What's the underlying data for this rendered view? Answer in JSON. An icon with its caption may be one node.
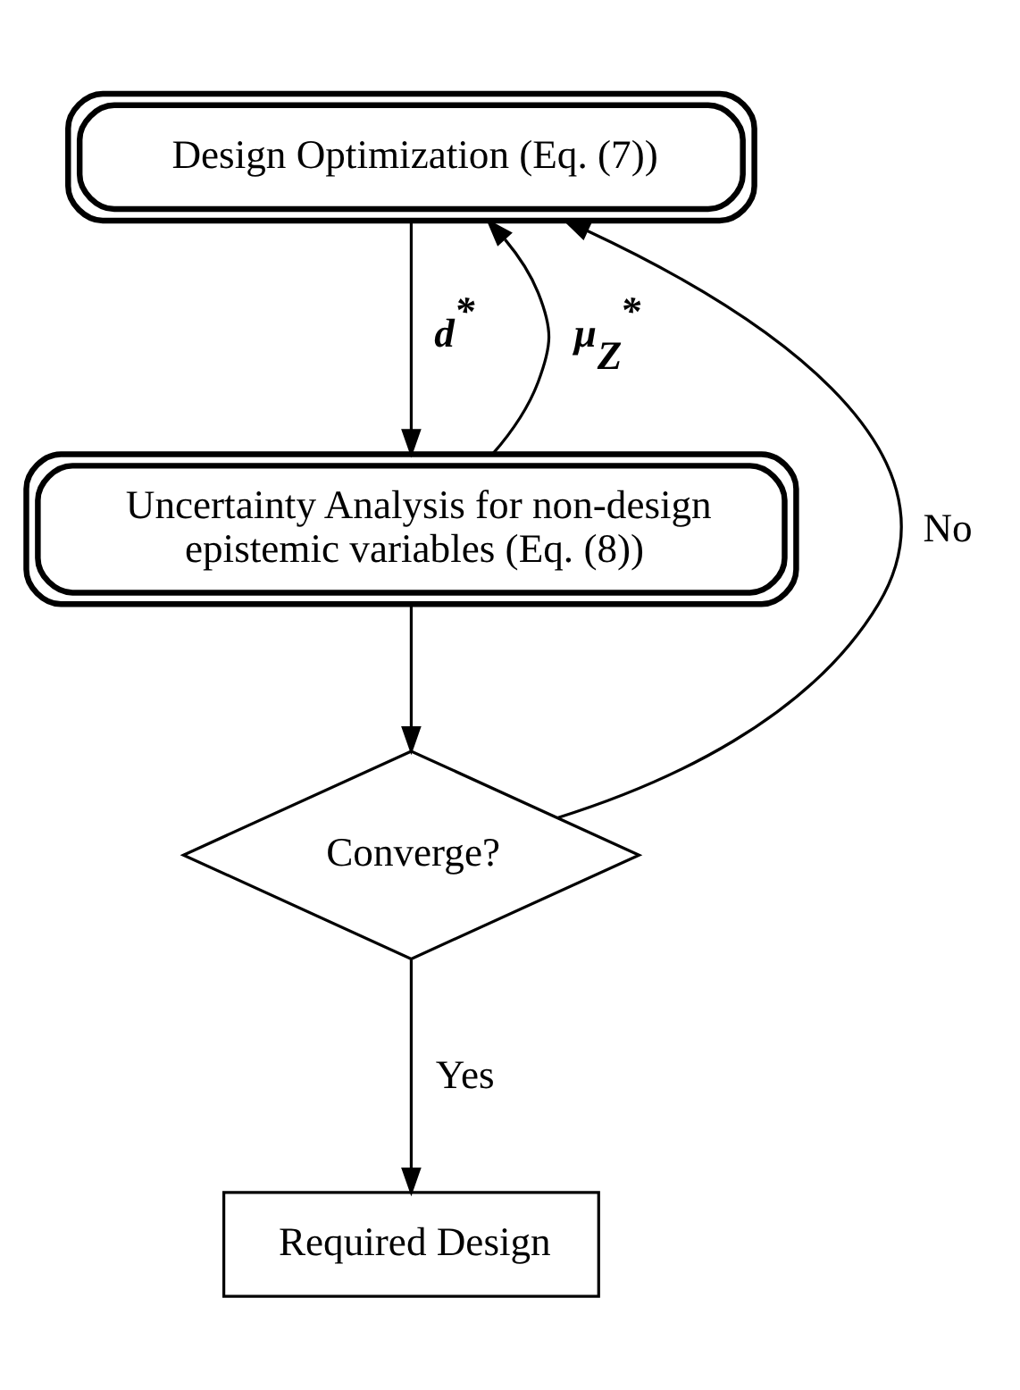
{
  "diagram": {
    "nodes": [
      {
        "text": [
          "Design Optimization (Eq. (7))"
        ]
      },
      {
        "text": [
          "Uncertainty Analysis for non-design epistemic variables (Eq. (8))"
        ]
      },
      {
        "text": [
          "Converge?"
        ]
      },
      {
        "text": [
          "Required Design"
        ]
      }
    ],
    "edges": [
      {
        "from": 0,
        "to": 1,
        "arrow": "to",
        "label": "d$^{*}$"
      },
      {
        "from": 1,
        "to": 0,
        "arrow": "to",
        "label": "μ$_{Z}$$^{*}$"
      },
      {
        "from": 1,
        "to": 2,
        "arrow": "to"
      },
      {
        "from": 2,
        "to": 3,
        "arrow": "to",
        "label": "Yes"
      },
      {
        "from": 2,
        "to": 0,
        "arrow": "to",
        "label": "No"
      }
    ]
  }
}
